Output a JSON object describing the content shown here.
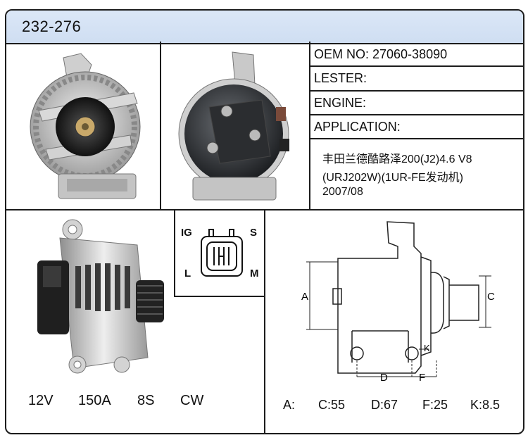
{
  "header": {
    "part_number": "232-276"
  },
  "info": {
    "oem": "OEM NO: 27060-38090",
    "lester": "LESTER:",
    "engine": "ENGINE:",
    "application": "APPLICATION:",
    "application_lines": [
      "丰田兰德酷路泽200(J2)4.6 V8",
      "(URJ202W)(1UR-FE发动机)",
      "2007/08"
    ]
  },
  "specs": {
    "voltage": "12V",
    "amperage": "150A",
    "grooves": "8S",
    "rotation": "CW"
  },
  "connector": {
    "pins": [
      "IG",
      "S",
      "L",
      "M"
    ]
  },
  "diagram": {
    "labels": {
      "A": "A",
      "C": "C",
      "D": "D",
      "F": "F",
      "K": "K"
    }
  },
  "dimensions": {
    "a": "A:",
    "c": "C:55",
    "d": "D:67",
    "f": "F:25",
    "k": "K:8.5"
  }
}
